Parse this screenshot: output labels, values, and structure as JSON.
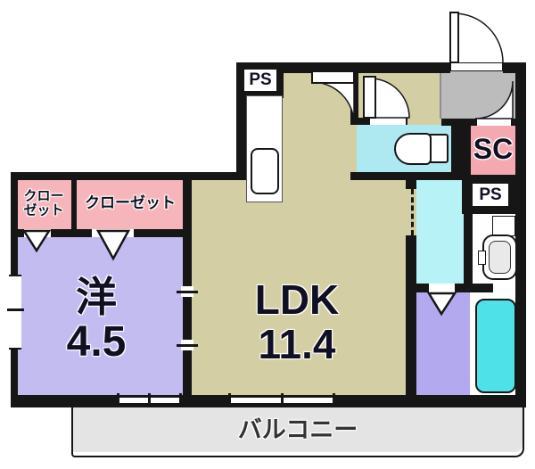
{
  "floorplan": {
    "title": "apartment-floor-plan",
    "rooms": {
      "ldk": {
        "label": "LDK",
        "size": "11.4"
      },
      "western": {
        "label": "洋",
        "size": "4.5"
      },
      "closet_small": {
        "line1": "クロー",
        "line2": "ゼット"
      },
      "closet_large": {
        "label": "クローゼット"
      },
      "shoe_closet": {
        "label": "SC"
      },
      "pipe_space_top": {
        "label": "PS"
      },
      "pipe_space_right": {
        "label": "PS"
      },
      "balcony": {
        "label": "バルコニー"
      }
    },
    "fixtures": [
      "kitchen-sink",
      "toilet",
      "washbasin",
      "bathtub"
    ],
    "colors": {
      "wall": "#161616",
      "ldk_floor": "#d4cea4",
      "western_floor": "#c2bcf1",
      "bath_floor": "#b3a9ee",
      "closet_pink": "#f6b5bb",
      "sc_pink": "#f4a9b0",
      "toilet_cyan": "#aee9f2",
      "washroom_cyan": "#b6f2f6",
      "bathtub_cyan": "#4ee2e8",
      "entrance_gray": "#bcbcbc",
      "balcony_gray": "#e4e4e4"
    }
  }
}
